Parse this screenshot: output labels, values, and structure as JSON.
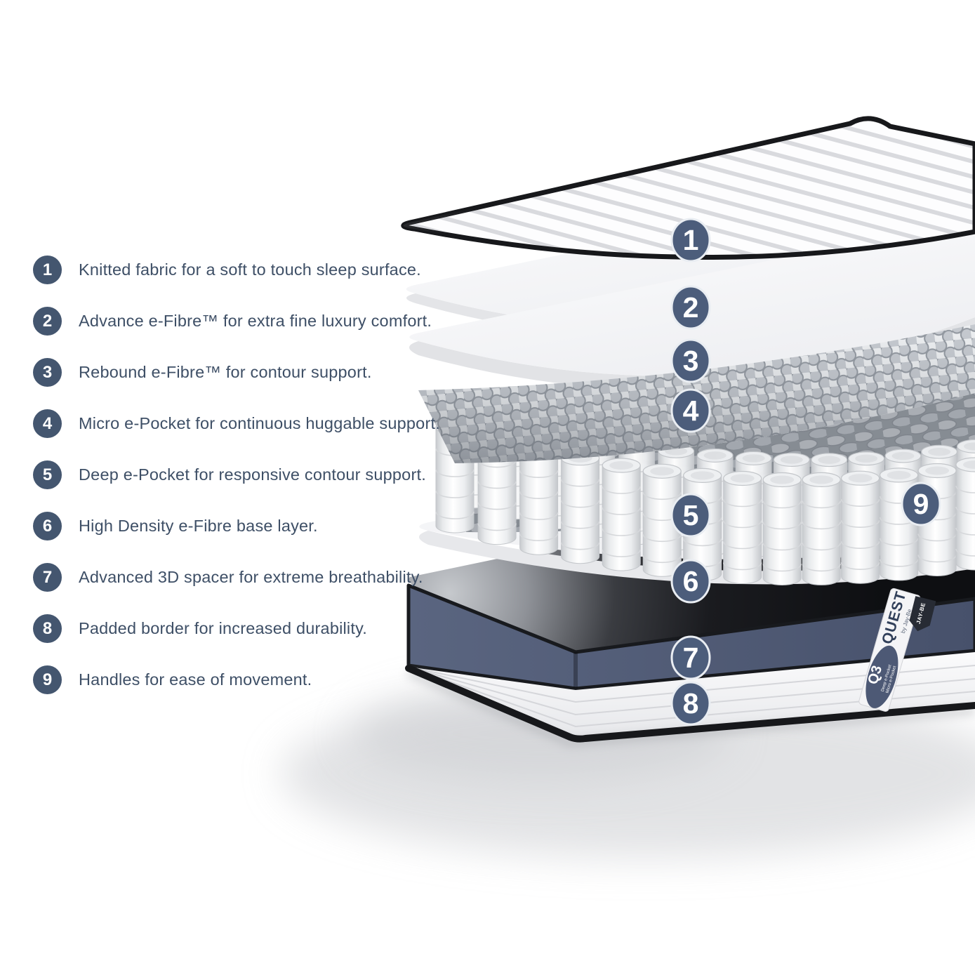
{
  "page": {
    "background": "#ffffff"
  },
  "features": [
    {
      "number": "1",
      "label": "Knitted fabric for a soft to touch sleep surface."
    },
    {
      "number": "2",
      "label": "Advance e-Fibre™ for extra fine luxury comfort."
    },
    {
      "number": "3",
      "label": "Rebound e-Fibre™ for contour support."
    },
    {
      "number": "4",
      "label": "Micro e-Pocket for continuous huggable support."
    },
    {
      "number": "5",
      "label": "Deep e-Pocket for responsive contour support."
    },
    {
      "number": "6",
      "label": "High Density e-Fibre base layer."
    },
    {
      "number": "7",
      "label": "Advanced 3D spacer for extreme breathability."
    },
    {
      "number": "8",
      "label": "Padded border for increased durability."
    },
    {
      "number": "9",
      "label": "Handles for ease of movement."
    }
  ],
  "diagram": {
    "badges": [
      "1",
      "2",
      "3",
      "4",
      "5",
      "6",
      "7",
      "8",
      "9"
    ],
    "mattress_label": {
      "brand": "QUEST",
      "brand_sub": "by Jay-Be",
      "model": "Q3",
      "model_sub_1": "Deep e-Pocket",
      "model_sub_2": "Micro e-Pocket",
      "corner_tag": "JAY-BE"
    }
  },
  "colors": {
    "list_badge": "#44566F",
    "diagram_badge": "#4C5D7B",
    "text": "#3E4F66",
    "piping_black": "#17181B",
    "spacer_band_navy": "#4F5B75"
  }
}
